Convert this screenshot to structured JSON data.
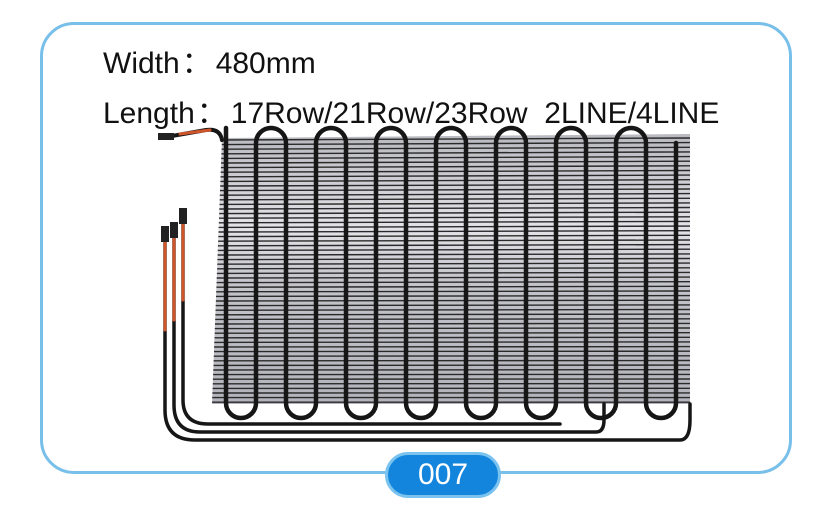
{
  "specs": {
    "width_label": "Width",
    "width_sep": "：",
    "width_value": "480mm",
    "length_label": "Length",
    "length_sep": "：",
    "length_value": "17Row/21Row/23Row  2LINE/4LINE"
  },
  "badge": {
    "text": "007"
  },
  "photo": {
    "subject": "wire-on-tube-condenser",
    "colors": {
      "tube": "#1c1c1c",
      "wire": "#2a2a2a",
      "copper": "#d0552b",
      "panel_bg": "#c9c9cf",
      "frame": "#78bfe9",
      "badge": "#1385dd"
    }
  }
}
